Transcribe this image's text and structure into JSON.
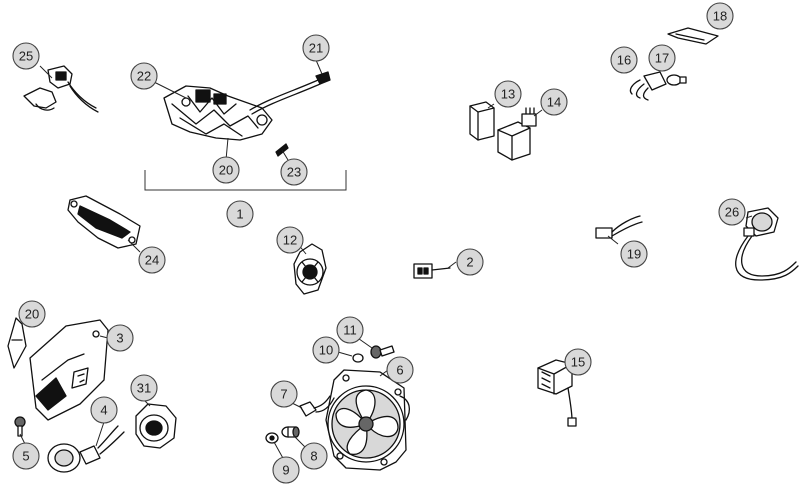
{
  "callouts": [
    {
      "id": "c1",
      "label": "1"
    },
    {
      "id": "c2",
      "label": "2"
    },
    {
      "id": "c3",
      "label": "3"
    },
    {
      "id": "c4",
      "label": "4"
    },
    {
      "id": "c5",
      "label": "5"
    },
    {
      "id": "c6",
      "label": "6"
    },
    {
      "id": "c7",
      "label": "7"
    },
    {
      "id": "c8",
      "label": "8"
    },
    {
      "id": "c9",
      "label": "9"
    },
    {
      "id": "c10",
      "label": "10"
    },
    {
      "id": "c11",
      "label": "11"
    },
    {
      "id": "c12",
      "label": "12"
    },
    {
      "id": "c13",
      "label": "13"
    },
    {
      "id": "c14",
      "label": "14"
    },
    {
      "id": "c15",
      "label": "15"
    },
    {
      "id": "c16",
      "label": "16"
    },
    {
      "id": "c17",
      "label": "17"
    },
    {
      "id": "c18",
      "label": "18"
    },
    {
      "id": "c19",
      "label": "19"
    },
    {
      "id": "c20a",
      "label": "20"
    },
    {
      "id": "c20b",
      "label": "20"
    },
    {
      "id": "c21",
      "label": "21"
    },
    {
      "id": "c22",
      "label": "22"
    },
    {
      "id": "c23",
      "label": "23"
    },
    {
      "id": "c24",
      "label": "24"
    },
    {
      "id": "c25",
      "label": "25"
    },
    {
      "id": "c26",
      "label": "26"
    },
    {
      "id": "c31",
      "label": "31"
    }
  ],
  "colors": {
    "line": "#111111",
    "callout_fill": "#d9d9d9",
    "background": "#ffffff"
  }
}
